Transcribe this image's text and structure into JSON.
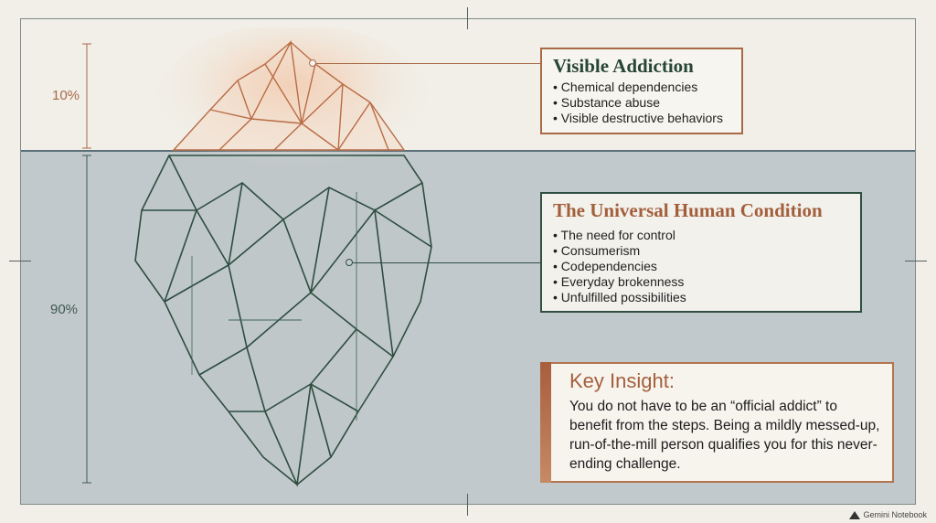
{
  "scale": {
    "top_percent": "10%",
    "bottom_percent": "90%"
  },
  "visible_section": {
    "title": "Visible Addiction",
    "items": [
      "Chemical dependencies",
      "Substance abuse",
      "Visible destructive behaviors"
    ]
  },
  "hidden_section": {
    "title": "The Universal Human Condition",
    "items": [
      "The need for control",
      "Consumerism",
      "Codependencies",
      "Everyday brokenness",
      "Unfulfilled possibilities"
    ]
  },
  "key_insight": {
    "title": "Key Insight:",
    "text": "You do not have to be an “official addict” to benefit from the steps. Being a mildly messed-up, run-of-the-mill person qualifies you for this never-ending challenge."
  },
  "footer": {
    "label": "Gemini Notebook",
    "icon": "spark-icon"
  },
  "colors": {
    "background": "#f1efe8",
    "water": "#c2c9cc",
    "copper": "#a86a46",
    "forest": "#2f4f43"
  }
}
